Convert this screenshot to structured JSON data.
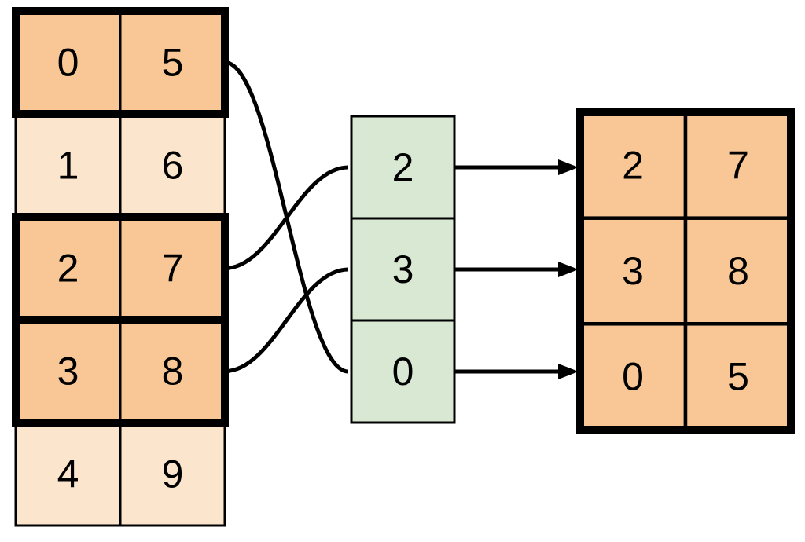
{
  "colors": {
    "highlight_fill": "#F8C795",
    "muted_fill": "#FBE5CD",
    "index_fill": "#D8E8D3",
    "stroke": "#000000",
    "background": "#FFFFFF"
  },
  "left_table": {
    "rows": [
      {
        "cells": [
          "0",
          "5"
        ],
        "highlighted": true
      },
      {
        "cells": [
          "1",
          "6"
        ],
        "highlighted": false
      },
      {
        "cells": [
          "2",
          "7"
        ],
        "highlighted": true
      },
      {
        "cells": [
          "3",
          "8"
        ],
        "highlighted": true
      },
      {
        "cells": [
          "4",
          "9"
        ],
        "highlighted": false
      }
    ]
  },
  "index_column": {
    "cells": [
      "2",
      "3",
      "0"
    ]
  },
  "right_table": {
    "rows": [
      {
        "cells": [
          "2",
          "7"
        ]
      },
      {
        "cells": [
          "3",
          "8"
        ]
      },
      {
        "cells": [
          "0",
          "5"
        ]
      }
    ]
  },
  "connections": {
    "curves": [
      {
        "from_left_row": 0,
        "to_index_pos": 2
      },
      {
        "from_left_row": 2,
        "to_index_pos": 0
      },
      {
        "from_left_row": 3,
        "to_index_pos": 1
      }
    ],
    "arrows": [
      {
        "from_index_pos": 0,
        "to_right_row": 0
      },
      {
        "from_index_pos": 1,
        "to_right_row": 1
      },
      {
        "from_index_pos": 2,
        "to_right_row": 2
      }
    ]
  }
}
